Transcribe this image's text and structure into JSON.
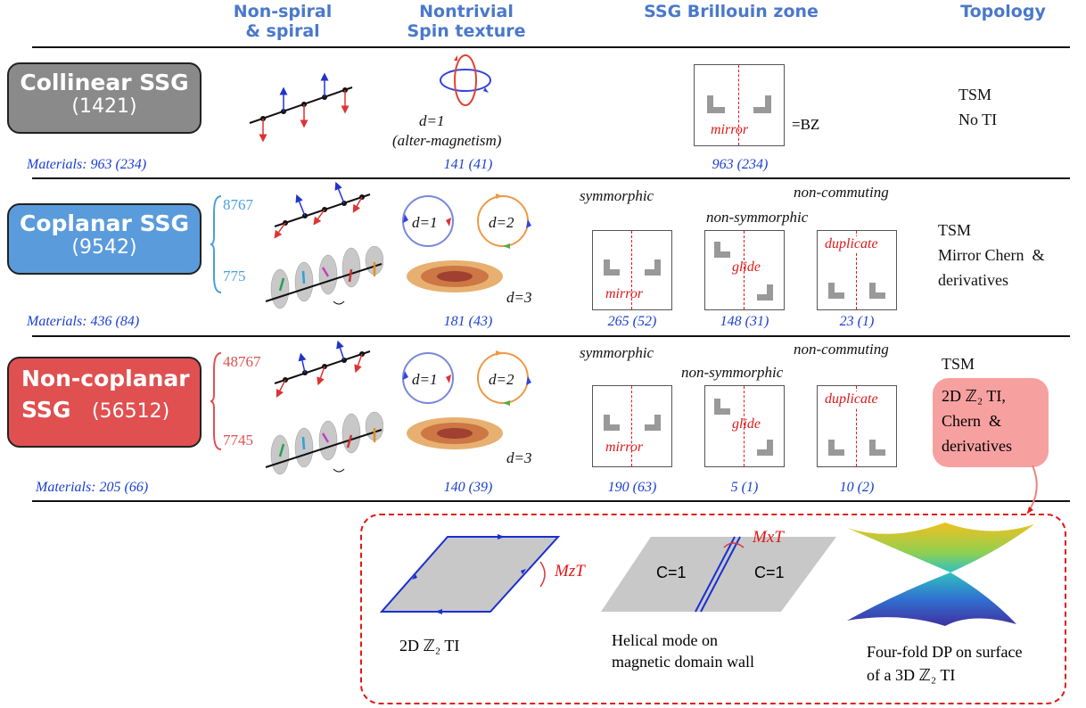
{
  "headers": {
    "col1": [
      "Non-spiral",
      "& spiral"
    ],
    "col2": [
      "Nontrivial",
      "Spin texture"
    ],
    "col3": "SSG Brillouin zone",
    "col4": "Topology"
  },
  "rows": {
    "collinear": {
      "title": "Collinear SSG",
      "count": "(1421)",
      "materials": "Materials: 963 (234)",
      "texture_d": "d=1",
      "texture_note": "(alter-magnetism)",
      "texture_count": "141 (41)",
      "bz_label": "mirror",
      "bz_eq": "=BZ",
      "bz_count": "963 (234)",
      "topology": [
        "TSM",
        "No TI"
      ]
    },
    "coplanar": {
      "title": "Coplanar SSG",
      "count": "(9542)",
      "nonspiral_count": "8767",
      "spiral_count": "775",
      "materials": "Materials: 436 (84)",
      "d1": "d=1",
      "d2": "d=2",
      "d3": "d=3",
      "texture_count": "181 (43)",
      "symmorphic": "symmorphic",
      "nonsymmorphic": "non-symmorphic",
      "noncommuting": "non-commuting",
      "mirror": "mirror",
      "glide": "glide",
      "duplicate": "duplicate",
      "count_sym": "265 (52)",
      "count_nonsym": "148 (31)",
      "count_noncomm": "23 (1)",
      "topology": [
        "TSM",
        "Mirror Chern  &",
        "derivatives"
      ]
    },
    "noncoplanar": {
      "title": "Non-coplanar",
      "title2": "SSG",
      "count": "(56512)",
      "nonspiral_count": "48767",
      "spiral_count": "7745",
      "materials": "Materials: 205 (66)",
      "d1": "d=1",
      "d2": "d=2",
      "d3": "d=3",
      "texture_count": "140 (39)",
      "symmorphic": "symmorphic",
      "nonsymmorphic": "non-symmorphic",
      "noncommuting": "non-commuting",
      "mirror": "mirror",
      "glide": "glide",
      "duplicate": "duplicate",
      "count_sym": "190 (63)",
      "count_nonsym": "5 (1)",
      "count_noncomm": "10 (2)",
      "topology_top": "TSM",
      "topology_box": [
        "2D ℤ₂ TI,",
        "Chern  &",
        "derivatives"
      ]
    }
  },
  "bottom": {
    "panel1_label": "2D ℤ₂ TI",
    "panel1_sym": "MzT",
    "panel2_sym": "MxT",
    "panel2_c_left": "C=1",
    "panel2_c_right": "C=1",
    "panel2_label": [
      "Helical mode on",
      "magnetic domain wall"
    ],
    "panel3_label": [
      "Four-fold DP on surface",
      "of a 3D ℤ₂ TI"
    ]
  },
  "colors": {
    "header_blue": "#4a78cc",
    "collinear_gray": "#8a8a8a",
    "coplanar_blue": "#5a9bdc",
    "noncoplanar_red": "#e05050",
    "count_blue": "#1a3fd0",
    "highlight_pink": "#f7a0a0",
    "accent_red": "#e01818"
  }
}
